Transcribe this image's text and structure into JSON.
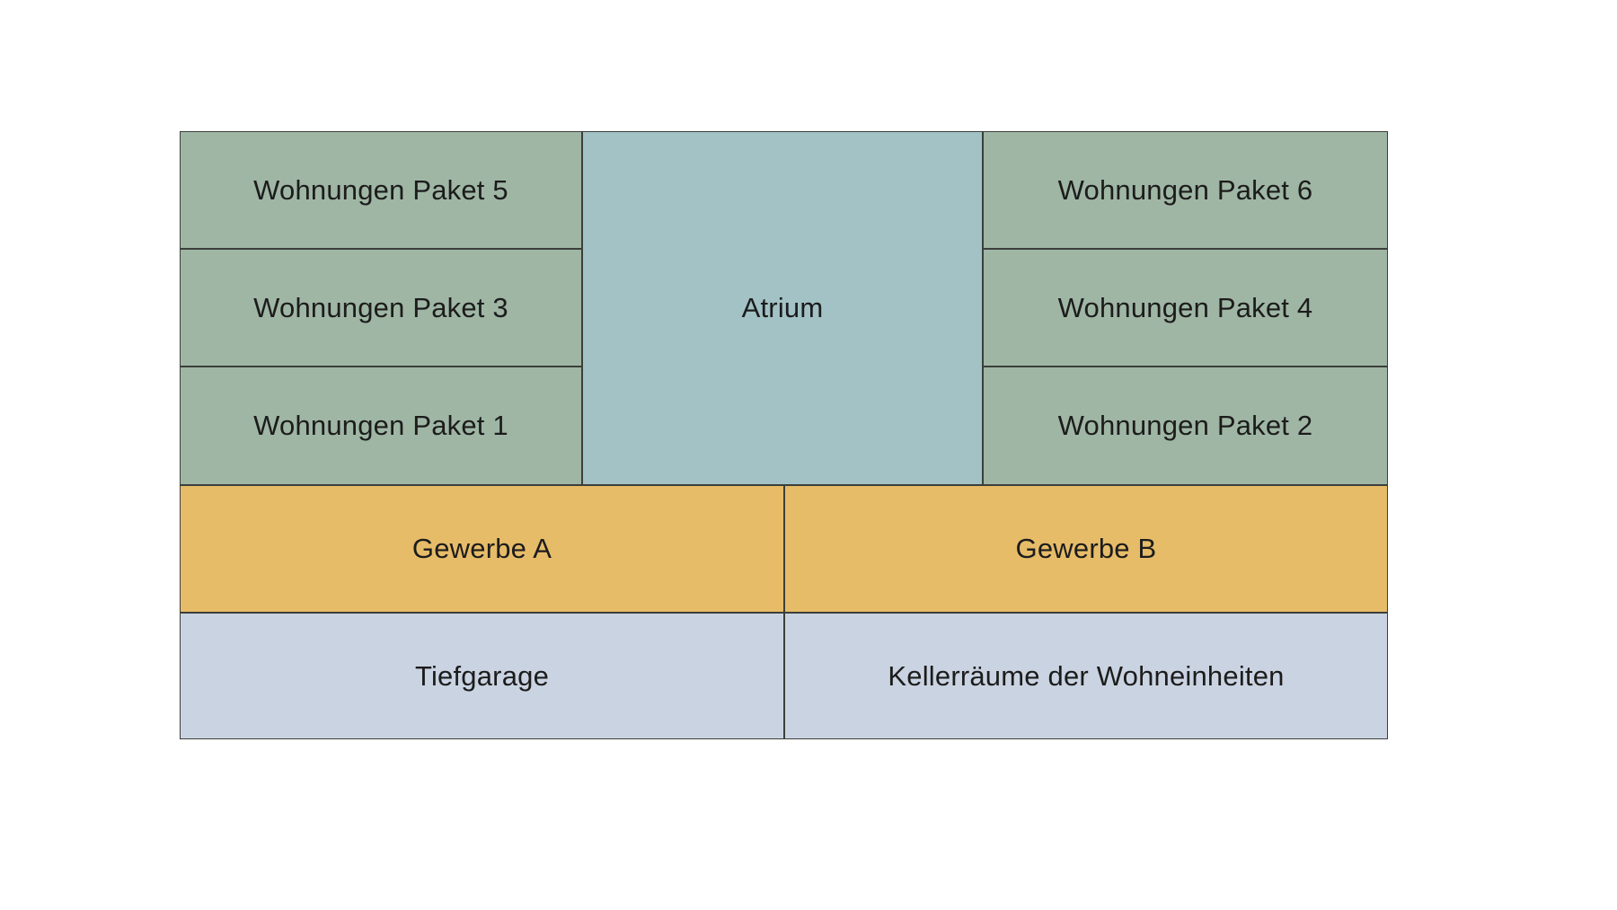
{
  "page": {
    "background": "#ffffff"
  },
  "diagram": {
    "left_column": [
      {
        "label": "Wohnungen Paket 5"
      },
      {
        "label": "Wohnungen Paket 3"
      },
      {
        "label": "Wohnungen Paket 1"
      }
    ],
    "atrium": {
      "label": "Atrium"
    },
    "right_column": [
      {
        "label": "Wohnungen Paket 6"
      },
      {
        "label": "Wohnungen Paket 4"
      },
      {
        "label": "Wohnungen Paket 2"
      }
    ],
    "commercial_row": [
      {
        "label": "Gewerbe A"
      },
      {
        "label": "Gewerbe B"
      }
    ],
    "basement_row": [
      {
        "label": "Tiefgarage"
      },
      {
        "label": "Kellerräume der Wohneinheiten"
      }
    ],
    "colors": {
      "residential": "#9fb6a4",
      "atrium": "#a2c2c5",
      "commercial": "#e7bc69",
      "basement": "#cad3e1",
      "border": "#3b3f3b",
      "text": "#1c1c1c",
      "canvas": "#ffffff"
    }
  }
}
